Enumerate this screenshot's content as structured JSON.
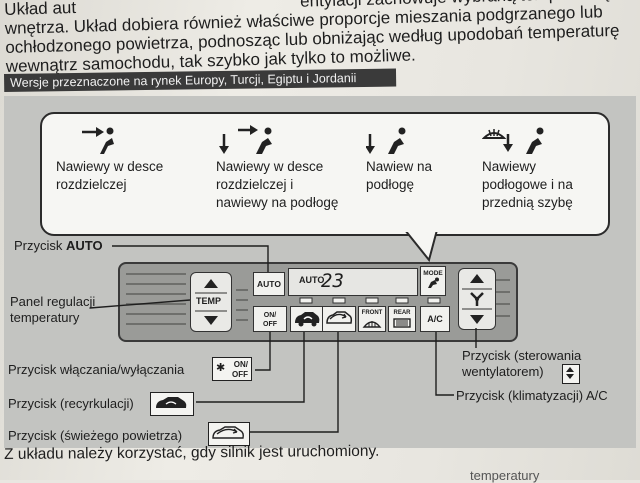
{
  "intro": {
    "line0": "Układ aut",
    "line0_right": "entylacji zachowuje wybraną temperaturę",
    "line1": "wnętrza. Układ dobiera również właściwe proporcje mieszania podgrzanego lub",
    "line2": "ochłodzonego powietrza, podnosząc lub obniżając według upodobań temperaturę",
    "line3": "wewnątrz samochodu, tak szybko jak tylko to możliwe."
  },
  "section_band": "Wersje przeznaczone na rynek Europy, Turcji, Egiptu i Jordanii",
  "vents": [
    {
      "icon": "vent-dashboard-icon",
      "text_lines": [
        "Nawiewy w desce",
        "rozdzielczej"
      ]
    },
    {
      "icon": "vent-dashboard-floor-icon",
      "text_lines": [
        "Nawiewy w desce",
        "rozdzielczej i",
        "nawiewy na podłogę"
      ]
    },
    {
      "icon": "vent-floor-icon",
      "text_lines": [
        "Nawiew na",
        "podłogę"
      ]
    },
    {
      "icon": "vent-floor-windshield-icon",
      "text_lines": [
        "Nawiewy",
        "podłogowe i na",
        "przednią szybę"
      ]
    }
  ],
  "labels": {
    "auto_prefix": "Przycisk ",
    "auto_bold": "AUTO",
    "temp_panel_1": "Panel regulacji",
    "temp_panel_2": "temperatury",
    "on_off": "Przycisk włączania/wyłączania",
    "recirc": "Przycisk (recyrkulacji)",
    "fresh": "Przycisk (świeżego powietrza)",
    "fan_1": "Przycisk (sterowania",
    "fan_2": "wentylatorem)",
    "ac": "Przycisk (klimatyzacji) A/C"
  },
  "panel": {
    "auto_button": "AUTO",
    "lcd_auto": "AUTO",
    "lcd_temp": "23",
    "temp_label": "TEMP",
    "on_off_button_1": "ON/",
    "on_off_button_2": "OFF",
    "mode_button": "MODE",
    "front_button": "FRONT",
    "rear_button": "REAR",
    "ac_button": "A/C"
  },
  "onoff_badge": {
    "line1": "ON/",
    "line2": "OFF"
  },
  "footer": "Z układu należy korzystać, gdy silnik jest uruchomiony.",
  "footer_partial": "temperatury"
}
